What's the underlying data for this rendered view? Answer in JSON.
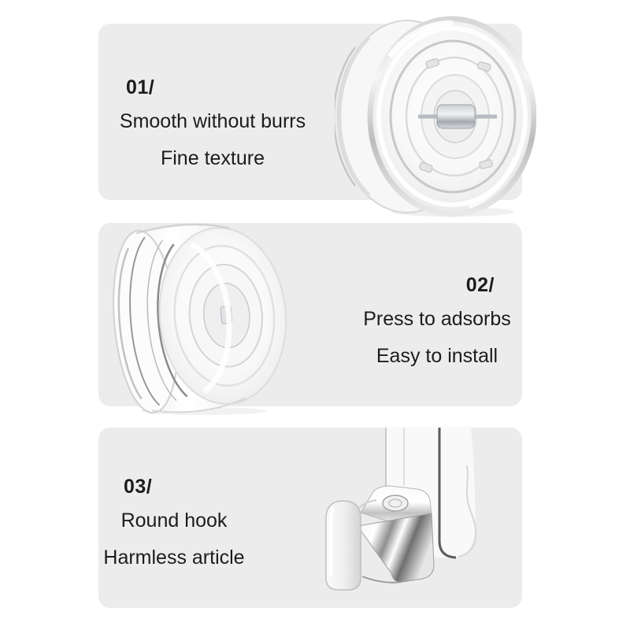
{
  "page": {
    "background_color": "#ffffff",
    "panel_color": "#ececec",
    "text_color": "#1c1c1c",
    "description": "Three-panel product feature infographic for a transparent suction-cup wall hook"
  },
  "panels": [
    {
      "number_label": "01/",
      "feature_line_1": "Smooth without burrs",
      "feature_line_2": "Fine texture",
      "image": "suction-cup-front-view",
      "image_side": "right",
      "text_side": "left"
    },
    {
      "number_label": "02/",
      "feature_line_1": "Press to adsorbs",
      "feature_line_2": "Easy to install",
      "image": "suction-cup-side-view",
      "image_side": "left",
      "text_side": "right"
    },
    {
      "number_label": "03/",
      "feature_line_1": "Round hook",
      "feature_line_2": "Harmless article",
      "image": "chrome-round-hook",
      "image_side": "right",
      "text_side": "left"
    }
  ]
}
